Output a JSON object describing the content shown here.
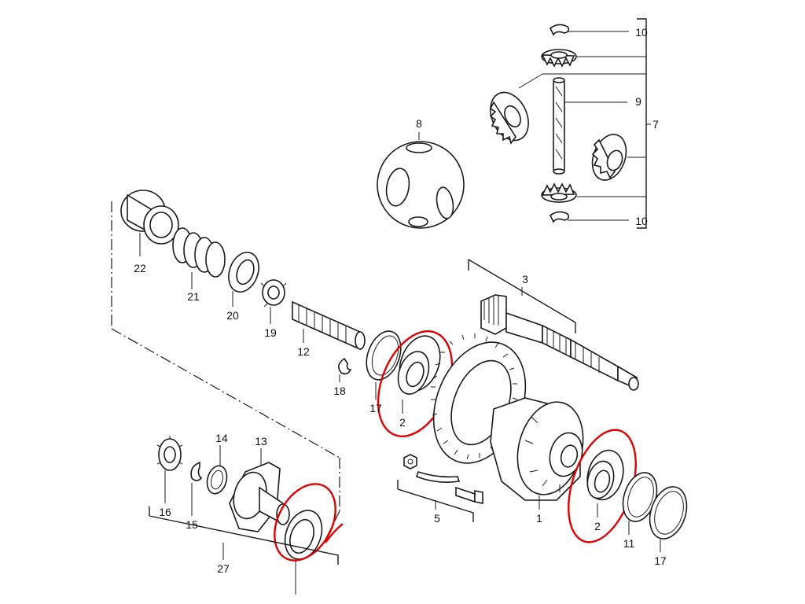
{
  "callouts": [
    {
      "id": "c10a",
      "text": "10"
    },
    {
      "id": "c9",
      "text": "9"
    },
    {
      "id": "c7",
      "text": "7"
    },
    {
      "id": "c10b",
      "text": "10"
    },
    {
      "id": "c8",
      "text": "8"
    },
    {
      "id": "c3",
      "text": "3"
    },
    {
      "id": "c22",
      "text": "22"
    },
    {
      "id": "c21",
      "text": "21"
    },
    {
      "id": "c20",
      "text": "20"
    },
    {
      "id": "c19",
      "text": "19"
    },
    {
      "id": "c12",
      "text": "12"
    },
    {
      "id": "c18",
      "text": "18"
    },
    {
      "id": "c17a",
      "text": "17"
    },
    {
      "id": "c2a",
      "text": "2"
    },
    {
      "id": "c14",
      "text": "14"
    },
    {
      "id": "c13",
      "text": "13"
    },
    {
      "id": "c16",
      "text": "16"
    },
    {
      "id": "c15",
      "text": "15"
    },
    {
      "id": "c27",
      "text": "27"
    },
    {
      "id": "c5",
      "text": "5"
    },
    {
      "id": "c1",
      "text": "1"
    },
    {
      "id": "c2b",
      "text": "2"
    },
    {
      "id": "c11",
      "text": "11"
    },
    {
      "id": "c17b",
      "text": "17"
    }
  ],
  "colors": {
    "line": "#1a1a1a",
    "highlight": "#e00000",
    "background": "#ffffff"
  }
}
